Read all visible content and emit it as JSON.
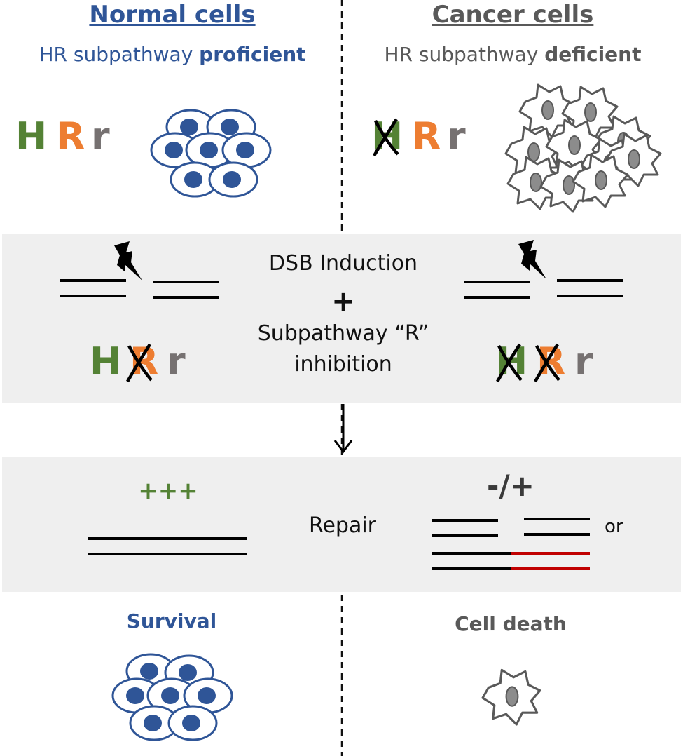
{
  "colors": {
    "normal_blue": "#2f5597",
    "cancer_grey": "#595959",
    "h_green": "#548235",
    "r_orange": "#ed7d31",
    "r_small_grey": "#767171",
    "repair_red": "#c00000",
    "panel_bg": "#efefef"
  },
  "normal": {
    "title": "Normal cells",
    "sub_prefix": "HR subpathway ",
    "sub_bold": "proficient",
    "letters": [
      "H",
      "R",
      "r"
    ],
    "outcome": "Survival",
    "repair_marker": "+++"
  },
  "cancer": {
    "title": "Cancer cells",
    "sub_prefix": "HR subpathway ",
    "sub_bold": "deficient",
    "letters": [
      "H",
      "R",
      "r"
    ],
    "outcome": "Cell death",
    "repair_marker": "-/+",
    "or_label": "or"
  },
  "treatment": {
    "line1": "DSB Induction",
    "plus": "+",
    "line2": "Subpathway “R”",
    "line3": "inhibition"
  },
  "repair_label": "Repair",
  "icons": [
    "lightning-bolt-icon",
    "cross-mark-icon",
    "down-arrow-icon",
    "normal-cell-icon",
    "cancer-cell-icon"
  ]
}
